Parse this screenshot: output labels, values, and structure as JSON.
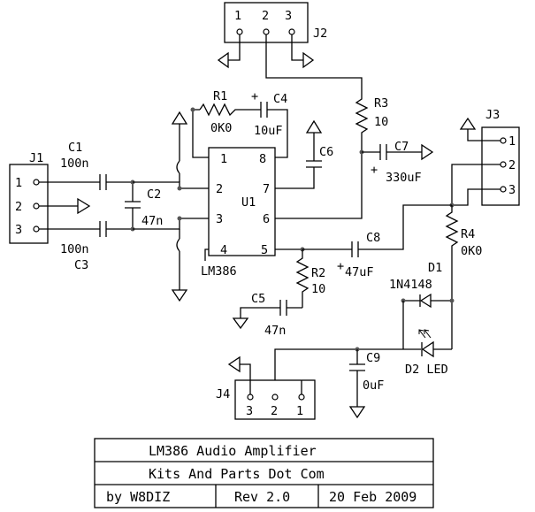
{
  "labels": {
    "j1": "J1",
    "j2": "J2",
    "j3": "J3",
    "j4": "J4",
    "u1": "U1",
    "ic": "LM386",
    "r1": "R1",
    "r1_val": "0K0",
    "r2": "R2",
    "r2_val": "10",
    "r3": "R3",
    "r3_val": "10",
    "r4": "R4",
    "r4_val": "0K0",
    "c1": "C1",
    "c1_val": "100n",
    "c2": "C2",
    "c2_val": "47n",
    "c3": "C3",
    "c3_val": "100n",
    "c4": "C4",
    "c4_val": "10uF",
    "c5": "C5",
    "c5_val": "47n",
    "c6": "C6",
    "c7": "C7",
    "c7_val": "330uF",
    "c8": "C8",
    "c8_val": "47uF",
    "c9": "C9",
    "c9_val": "0uF",
    "d1": "D1",
    "d1_val": "1N4148",
    "d2": "D2 LED",
    "plus": "+"
  },
  "pins": {
    "j1": [
      "1",
      "2",
      "3"
    ],
    "j2": [
      "1",
      "2",
      "3"
    ],
    "j3": [
      "1",
      "2",
      "3"
    ],
    "j4": [
      "3",
      "2",
      "1"
    ],
    "u1": [
      "1",
      "2",
      "3",
      "4",
      "8",
      "7",
      "6",
      "5"
    ]
  },
  "title_block": {
    "title": "LM386 Audio Amplifier",
    "company": "Kits And Parts Dot Com",
    "author": "by W8DIZ",
    "rev": "Rev 2.0",
    "date": "20 Feb 2009"
  }
}
